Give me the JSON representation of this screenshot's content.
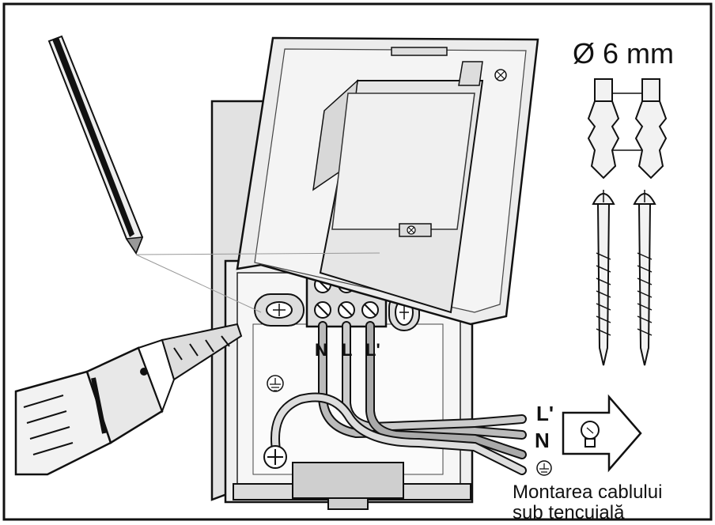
{
  "diameter_label": "Ø 6 mm",
  "terminal_labels": {
    "n": "N",
    "l": "L",
    "l_prime": "L'"
  },
  "cable_labels": {
    "l_prime": "L'",
    "n": "N"
  },
  "caption": [
    "Montarea cablului",
    "sub tencuială"
  ],
  "icons": [
    "pencil-icon",
    "drill-icon",
    "wall-plug-icon",
    "screw-icon",
    "earth-ground-icon",
    "lightbulb-icon",
    "arrow-right-icon",
    "thermostat-housing-icon"
  ]
}
